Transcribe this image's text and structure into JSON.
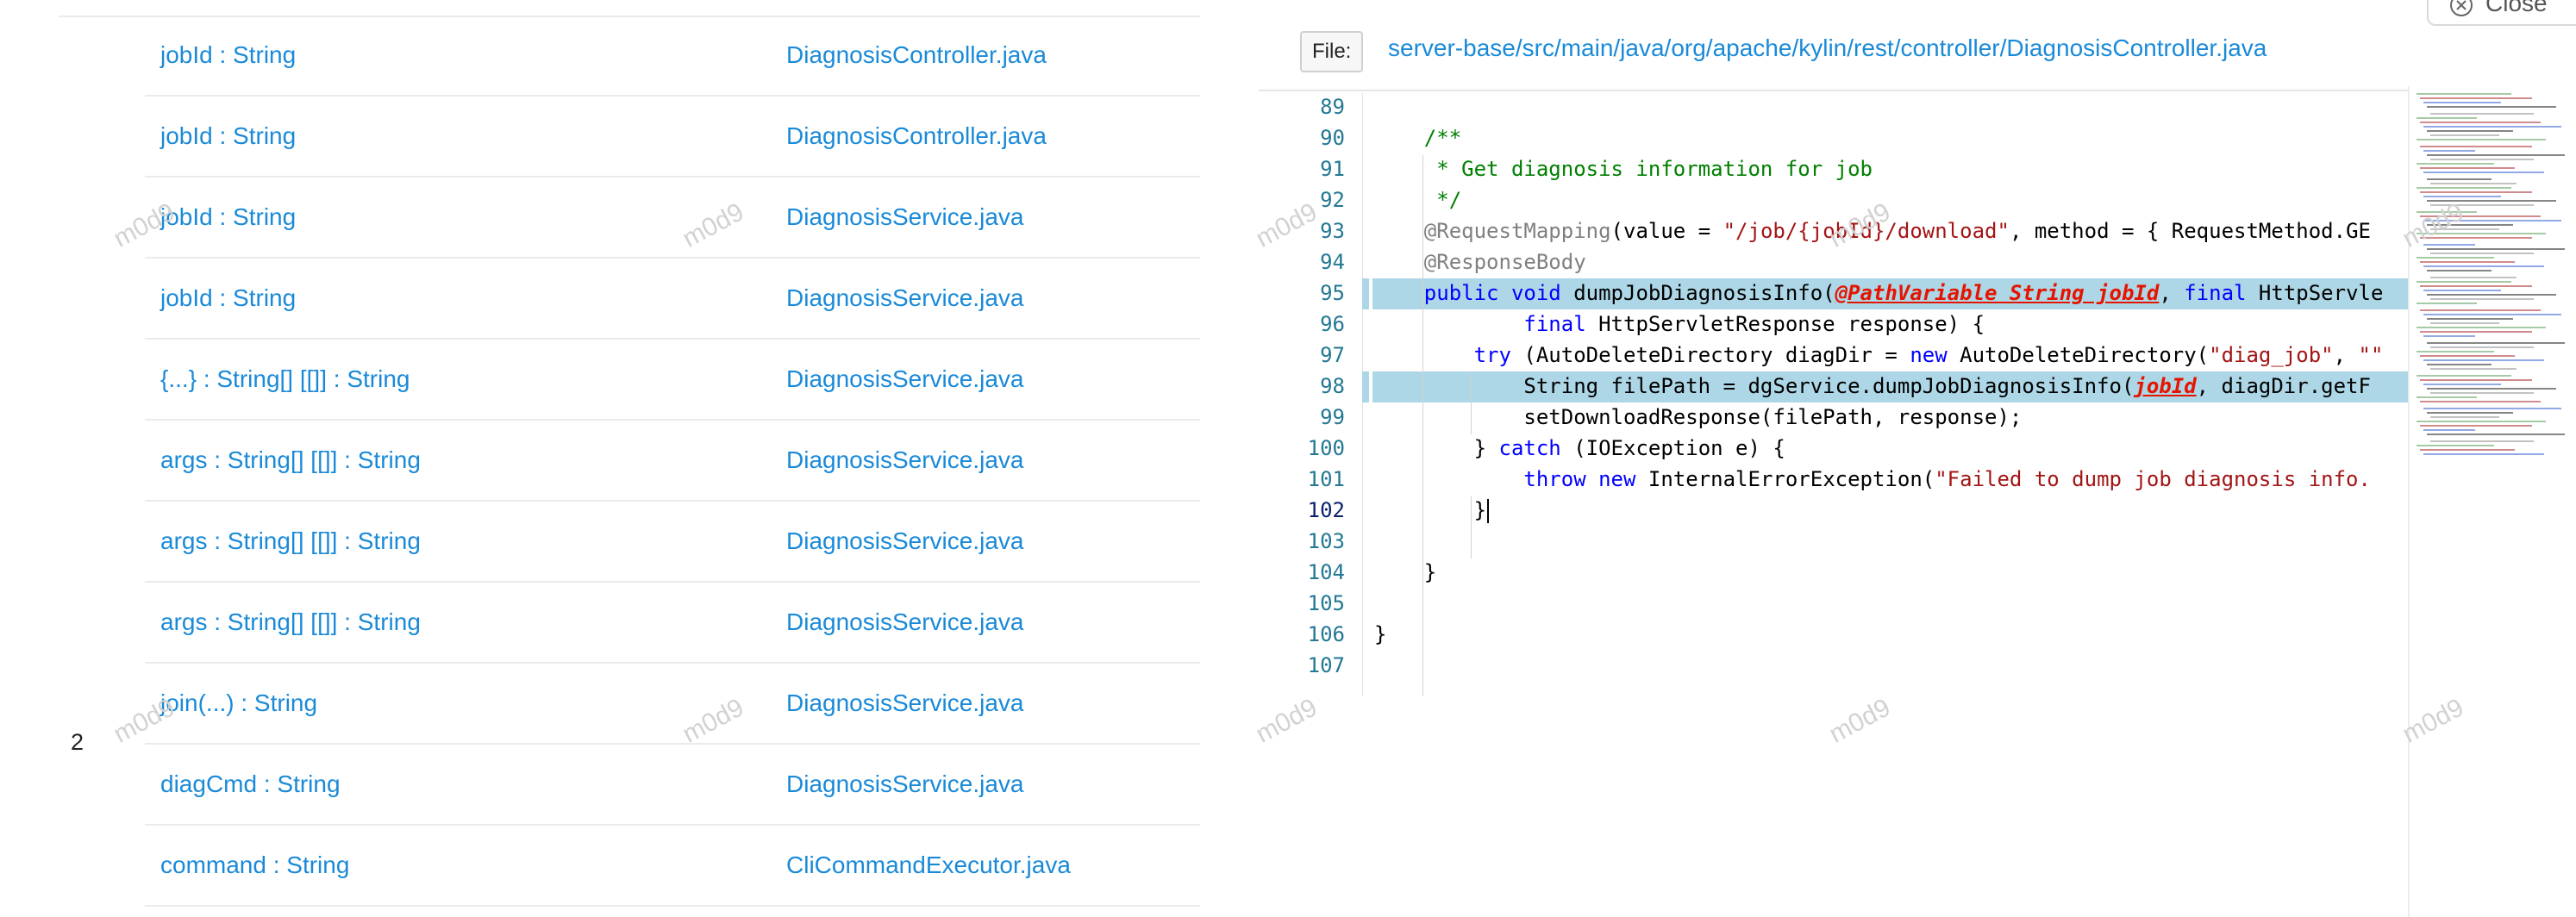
{
  "results": {
    "group_number": "2",
    "rows": [
      {
        "name": "jobId : String",
        "file": "DiagnosisController.java"
      },
      {
        "name": "jobId : String",
        "file": "DiagnosisController.java"
      },
      {
        "name": "jobId : String",
        "file": "DiagnosisService.java"
      },
      {
        "name": "jobId : String",
        "file": "DiagnosisService.java"
      },
      {
        "name": "{...} : String[] [[]] : String",
        "file": "DiagnosisService.java"
      },
      {
        "name": "args : String[] [[]] : String",
        "file": "DiagnosisService.java"
      },
      {
        "name": "args : String[] [[]] : String",
        "file": "DiagnosisService.java"
      },
      {
        "name": "args : String[] [[]] : String",
        "file": "DiagnosisService.java"
      },
      {
        "name": "join(...) : String",
        "file": "DiagnosisService.java"
      },
      {
        "name": "diagCmd : String",
        "file": "DiagnosisService.java"
      },
      {
        "name": "command : String",
        "file": "CliCommandExecutor.java"
      }
    ]
  },
  "viewer": {
    "close_label": "Close",
    "file_button": "File:",
    "file_path": "server-base/src/main/java/org/apache/kylin/rest/controller/DiagnosisController.java",
    "highlight_color": "#add6e6",
    "current_line": 102,
    "lines": [
      {
        "n": "89",
        "code": ""
      },
      {
        "n": "90",
        "code": "    /**"
      },
      {
        "n": "91",
        "code": "     * Get diagnosis information for job"
      },
      {
        "n": "92",
        "code": "     */"
      },
      {
        "n": "93",
        "code": "    @RequestMapping(value = \"/job/{jobId}/download\", method = { RequestMethod.GE"
      },
      {
        "n": "94",
        "code": "    @ResponseBody"
      },
      {
        "n": "95",
        "code": "    public void dumpJobDiagnosisInfo(@PathVariable String jobId, final HttpServle"
      },
      {
        "n": "96",
        "code": "            final HttpServletResponse response) {"
      },
      {
        "n": "97",
        "code": "        try (AutoDeleteDirectory diagDir = new AutoDeleteDirectory(\"diag_job\", \"\""
      },
      {
        "n": "98",
        "code": "            String filePath = dgService.dumpJobDiagnosisInfo(jobId, diagDir.getF"
      },
      {
        "n": "99",
        "code": "            setDownloadResponse(filePath, response);"
      },
      {
        "n": "100",
        "code": "        } catch (IOException e) {"
      },
      {
        "n": "101",
        "code": "            throw new InternalErrorException(\"Failed to dump job diagnosis info."
      },
      {
        "n": "102",
        "code": "        }"
      },
      {
        "n": "103",
        "code": ""
      },
      {
        "n": "104",
        "code": "    }"
      },
      {
        "n": "105",
        "code": ""
      },
      {
        "n": "106",
        "code": "}"
      },
      {
        "n": "107",
        "code": ""
      }
    ],
    "watermark": "m0d9"
  }
}
